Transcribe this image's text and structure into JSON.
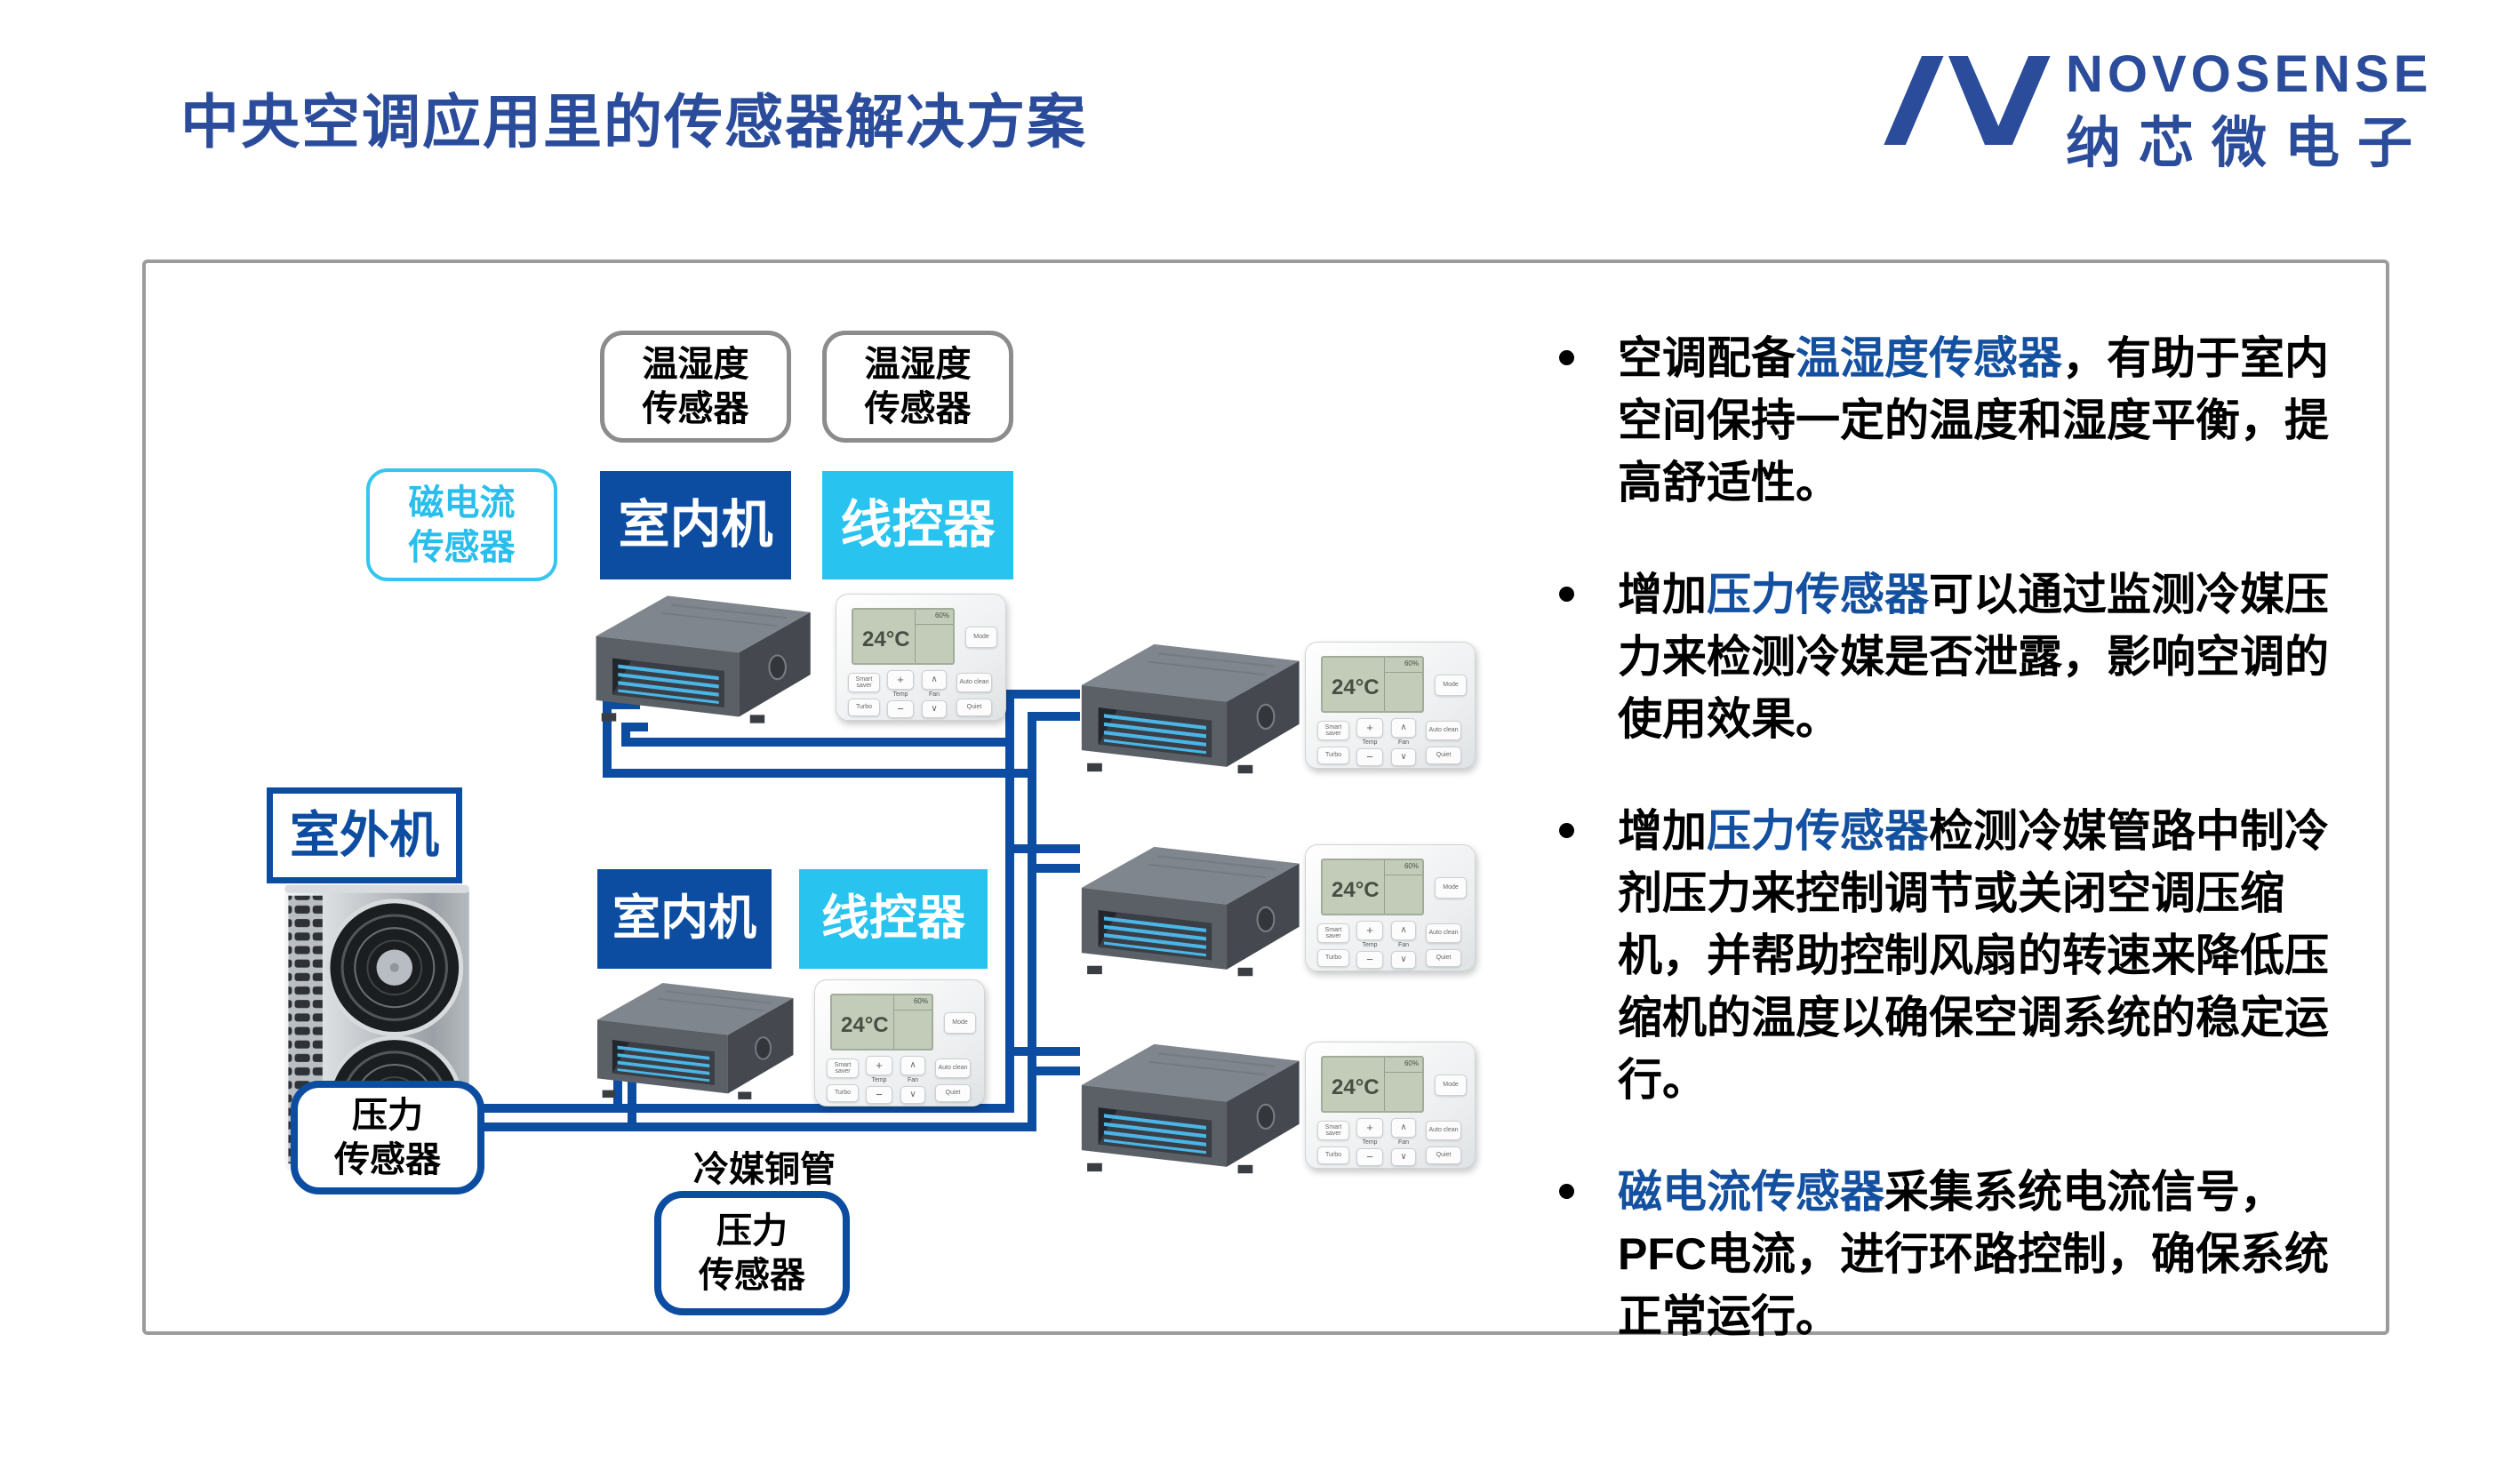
{
  "header": {
    "title": "中央空调应用里的传感器解决方案",
    "brand": {
      "name": "NOVOSENSE",
      "name_cn": "纳芯微电子"
    }
  },
  "colors": {
    "title_blue": "#2B4C9B",
    "accent_blue": "#0D4DA1",
    "cyan": "#29C3EF",
    "pipe_blue": "#0D4DA1",
    "gray_border": "#8C8C8C",
    "highlight_text": "#1450A0"
  },
  "diagram": {
    "labels": {
      "temp_humidity_sensor": "温湿度\n传感器",
      "mag_current_sensor": "磁电流\n传感器",
      "indoor_unit": "室内机",
      "wired_controller": "线控器",
      "outdoor_unit": "室外机",
      "pressure_sensor": "压力\n传感器",
      "refrigerant_pipe": "冷媒铜管"
    },
    "controller": {
      "temp": "24°C",
      "humidity": "60%",
      "mode": "Mode",
      "smart_saver": "Smart saver",
      "turbo": "Turbo",
      "plus": "+",
      "temp_label": "Temp",
      "minus": "−",
      "up": "∧",
      "fan": "Fan",
      "down": "∨",
      "auto_clean": "Auto clean",
      "quiet": "Quiet"
    }
  },
  "bullets": [
    {
      "segments": [
        {
          "text": "空调配备",
          "highlight": false
        },
        {
          "text": "温湿度传感器",
          "highlight": true
        },
        {
          "text": "，有助于室内空间保持一定的温度和湿度平衡，提高舒适性。",
          "highlight": false
        }
      ]
    },
    {
      "segments": [
        {
          "text": "增加",
          "highlight": false
        },
        {
          "text": "压力传感器",
          "highlight": true
        },
        {
          "text": "可以通过监测冷媒压力来检测冷媒是否泄露，影响空调的使用效果。",
          "highlight": false
        }
      ]
    },
    {
      "segments": [
        {
          "text": "增加",
          "highlight": false
        },
        {
          "text": "压力传感器",
          "highlight": true
        },
        {
          "text": "检测冷媒管路中制冷剂压力来控制调节或关闭空调压缩机，并帮助控制风扇的转速来降低压缩机的温度以确保空调系统的稳定运行。",
          "highlight": false
        }
      ]
    },
    {
      "segments": [
        {
          "text": "磁电流传感器",
          "highlight": true
        },
        {
          "text": "采集系统电流信号，PFC电流，进行环路控制，确保系统正常运行。",
          "highlight": false
        }
      ]
    }
  ]
}
